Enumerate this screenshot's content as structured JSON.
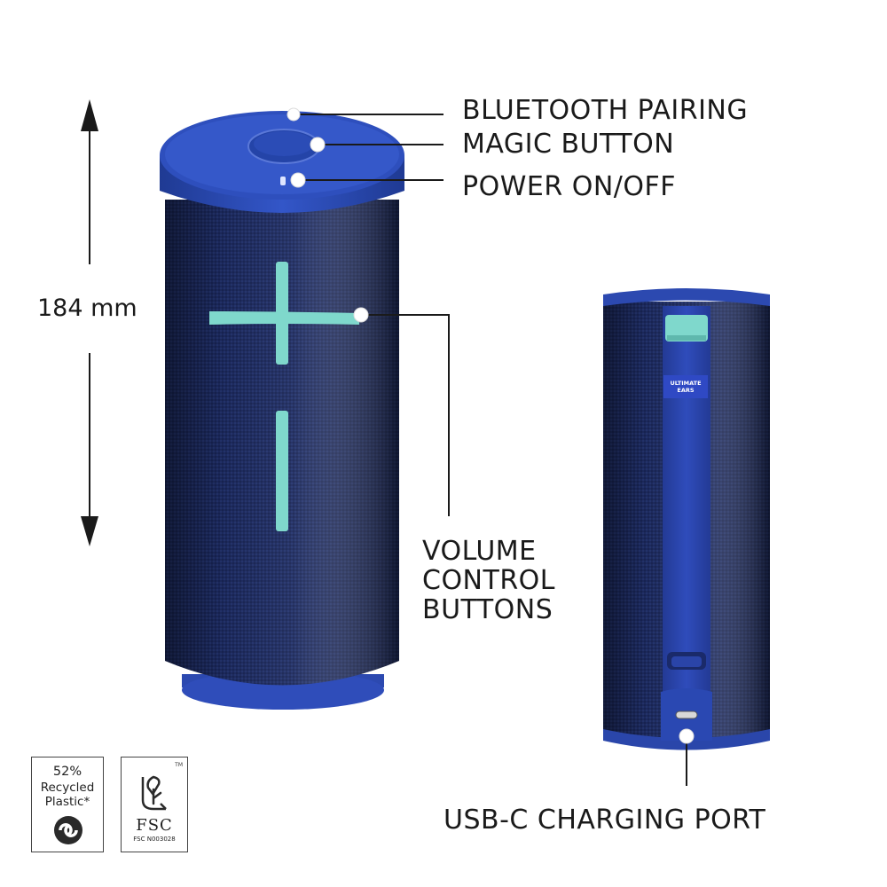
{
  "dimension": {
    "label": "184 mm"
  },
  "callouts": {
    "bluetooth": "BLUETOOTH PAIRING",
    "magic": "MAGIC BUTTON",
    "power": "POWER ON/OFF",
    "volume": [
      "VOLUME",
      "CONTROL",
      "BUTTONS"
    ],
    "usb": "USB-C CHARGING PORT"
  },
  "product": {
    "strap_logo": [
      "ULTIMATE",
      "EARS"
    ]
  },
  "badges": {
    "recycled": {
      "percent": "52%",
      "line1": "Recycled",
      "line2": "Plastic*",
      "icon": "recycle-loop-icon"
    },
    "fsc": {
      "tm": "TM",
      "logo": "FSC",
      "code": "FSC N003028",
      "icon": "fsc-tree-icon"
    }
  },
  "colors": {
    "body_dark": "#1c2a5e",
    "cap_blue": "#2a4bb5",
    "accent_mint": "#7fd8cc",
    "line": "#1a1a1a"
  }
}
